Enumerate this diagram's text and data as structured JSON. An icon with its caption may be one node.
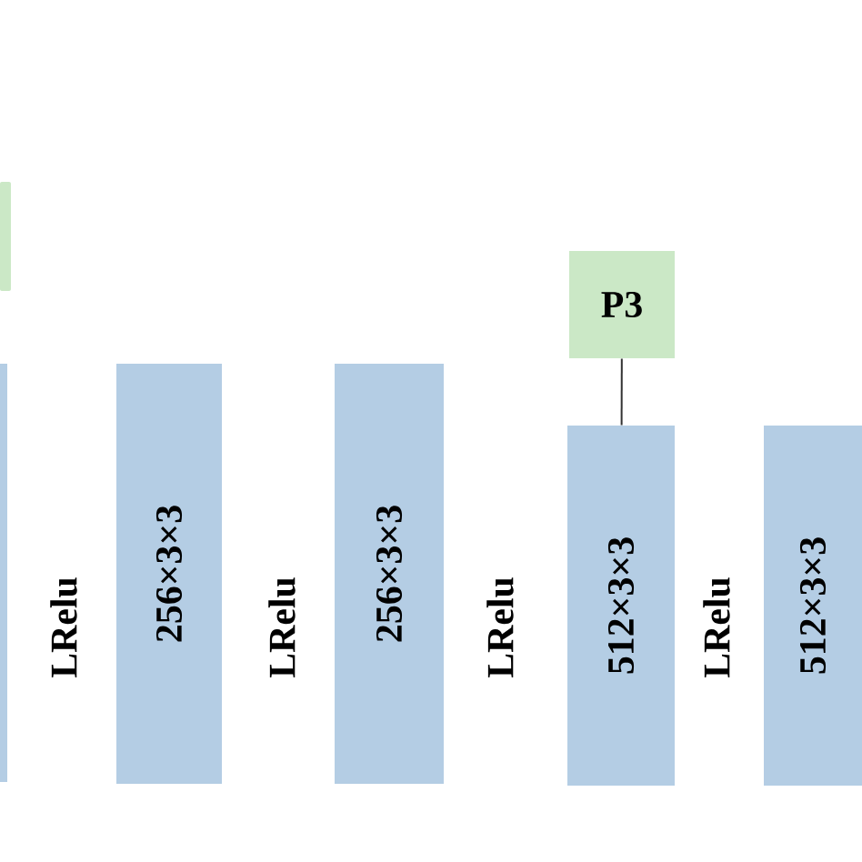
{
  "diagram": {
    "nodes": [
      {
        "text": [],
        "shape": "box"
      },
      {
        "text": [],
        "shape": "bar"
      },
      {
        "text": [
          "256×3×3"
        ]
      },
      {
        "text": [
          "256×3×3"
        ]
      },
      {
        "text": [
          "P3"
        ]
      },
      {
        "text": [
          "512×3×3"
        ]
      },
      {
        "text": [
          "512×3×3"
        ]
      }
    ],
    "edges": [
      {
        "from": 4,
        "to": 5,
        "arrow": "none"
      }
    ],
    "labels": [
      "LRelu",
      "LRelu",
      "LRelu",
      "LRelu"
    ]
  }
}
